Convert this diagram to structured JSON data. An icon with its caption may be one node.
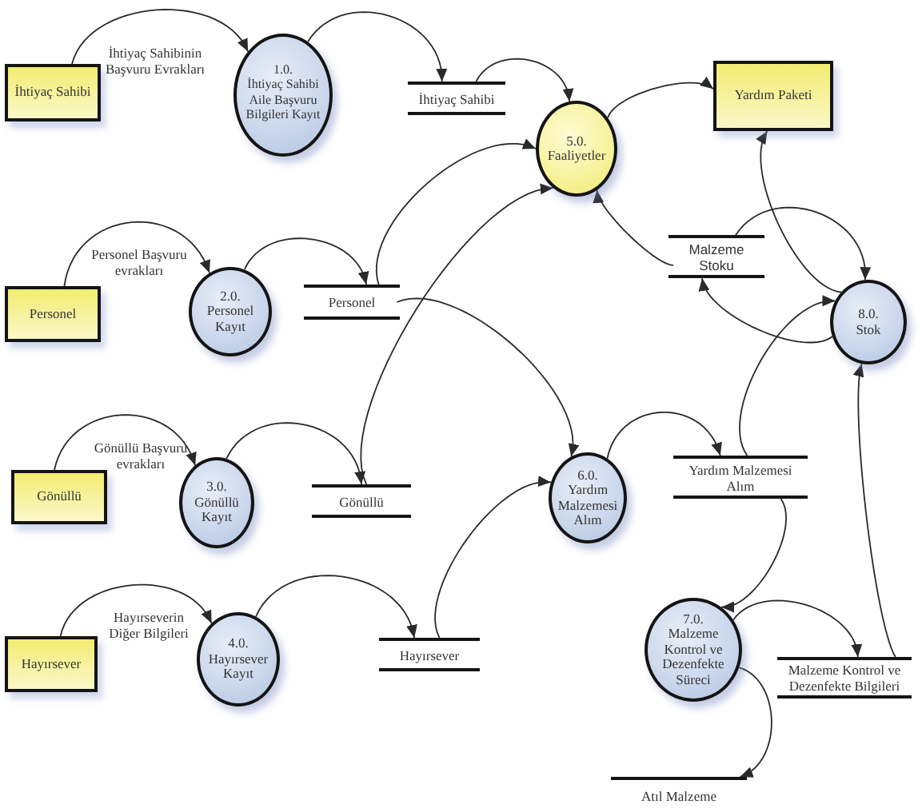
{
  "diagram": {
    "nodes": [
      {
        "text": [
          "İhtiyaç Sahibi"
        ]
      },
      {
        "text": [
          "1.0.",
          "İhtiyaç Sahibi Aile Başvuru Bilgileri Kayıt"
        ]
      },
      {
        "text": [
          "İhtiyaç Sahibi"
        ]
      },
      {
        "text": [
          "5.0.",
          "Faaliyetler"
        ]
      },
      {
        "text": [
          "Yardım Paketi"
        ]
      },
      {
        "text": [
          "Personel"
        ]
      },
      {
        "text": [
          "2.0.",
          "Personel Kayıt"
        ]
      },
      {
        "text": [
          "Personel"
        ]
      },
      {
        "text": [
          "Malzeme Stoku"
        ]
      },
      {
        "text": [
          "8.0.",
          "Stok"
        ]
      },
      {
        "text": [
          "Gönüllü"
        ]
      },
      {
        "text": [
          "3.0.",
          "Gönüllü Kayıt"
        ]
      },
      {
        "text": [
          "Gönüllü"
        ]
      },
      {
        "text": [
          "6.0.",
          "Yardım Malzemesi Alım"
        ]
      },
      {
        "text": [
          "Yardım Malzemesi Alım"
        ]
      },
      {
        "text": [
          "Hayırsever"
        ]
      },
      {
        "text": [
          "4.0.",
          "Hayırsever Kayıt"
        ]
      },
      {
        "text": [
          "Hayırsever"
        ]
      },
      {
        "text": [
          "7.0.",
          "Malzeme Kontrol ve Dezenfekte Süreci"
        ]
      },
      {
        "text": [
          "Malzeme Kontrol ve Dezenfekte Bilgileri"
        ]
      },
      {
        "text": [
          "Atıl Malzeme"
        ]
      }
    ],
    "edges": [
      {
        "from": 0,
        "to": 1,
        "arrow": "to",
        "label": "İhtiyaç Sahibinin Başvuru Evrakları"
      },
      {
        "from": 1,
        "to": 2,
        "arrow": "to"
      },
      {
        "from": 2,
        "to": 3,
        "arrow": "to"
      },
      {
        "from": 3,
        "to": 4,
        "arrow": "to"
      },
      {
        "from": 5,
        "to": 6,
        "arrow": "to",
        "label": "Personel Başvuru evrakları"
      },
      {
        "from": 6,
        "to": 7,
        "arrow": "to"
      },
      {
        "from": 7,
        "to": 3,
        "arrow": "to"
      },
      {
        "from": 8,
        "to": 3,
        "arrow": "to"
      },
      {
        "from": 8,
        "to": 9,
        "arrow": "to"
      },
      {
        "from": 9,
        "to": 8,
        "arrow": "to"
      },
      {
        "from": 9,
        "to": 4,
        "arrow": "to"
      },
      {
        "from": 7,
        "to": 13,
        "arrow": "to"
      },
      {
        "from": 10,
        "to": 11,
        "arrow": "to",
        "label": "Gönüllü Başvuru evrakları"
      },
      {
        "from": 11,
        "to": 12,
        "arrow": "to"
      },
      {
        "from": 12,
        "to": 3,
        "arrow": "to"
      },
      {
        "from": 13,
        "to": 14,
        "arrow": "to"
      },
      {
        "from": 14,
        "to": 9,
        "arrow": "to"
      },
      {
        "from": 15,
        "to": 16,
        "arrow": "to",
        "label": "Hayırseverin Diğer Bilgileri"
      },
      {
        "from": 16,
        "to": 17,
        "arrow": "to"
      },
      {
        "from": 17,
        "to": 13,
        "arrow": "to"
      },
      {
        "from": 14,
        "to": 18,
        "arrow": "to"
      },
      {
        "from": 18,
        "to": 19,
        "arrow": "to"
      },
      {
        "from": 19,
        "to": 9,
        "arrow": "to"
      },
      {
        "from": 18,
        "to": 20,
        "arrow": "to"
      }
    ]
  }
}
